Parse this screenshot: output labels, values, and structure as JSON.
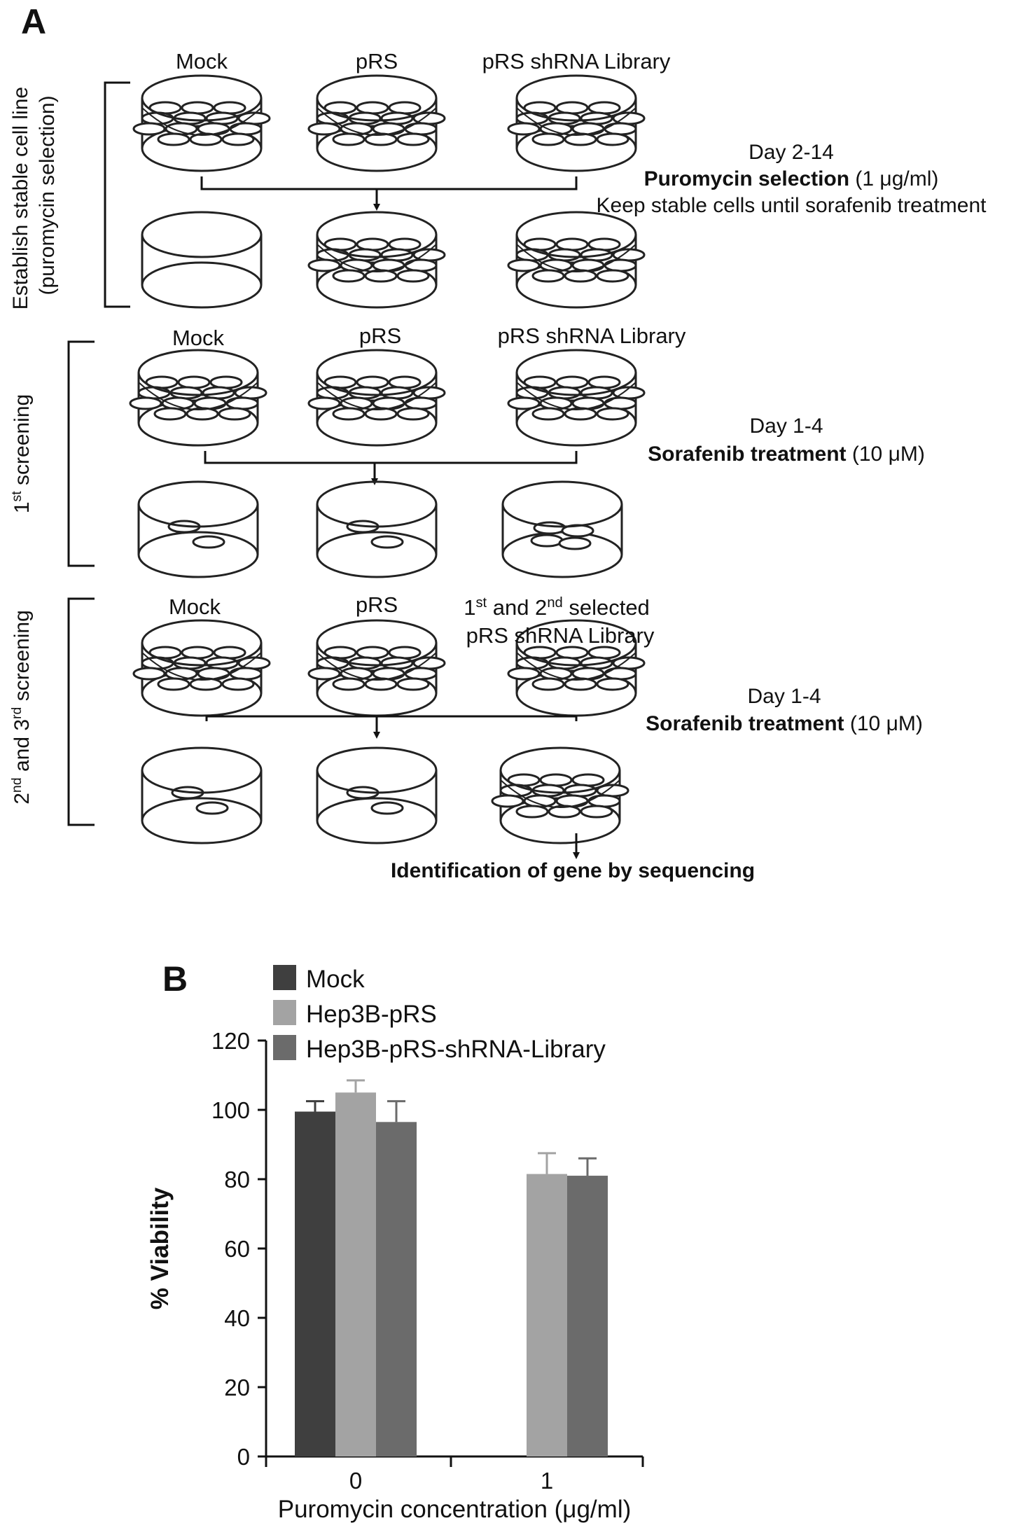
{
  "panel_a": {
    "label": "A",
    "stages": [
      {
        "side_label_lines": [
          "Establish stable cell line",
          "(puromycin selection)"
        ],
        "conditions": [
          "Mock",
          "pRS",
          "pRS shRNA Library"
        ],
        "day": "Day 2-14",
        "treatment_bold": "Puromycin selection",
        "treatment_dose": " (1 μg/ml)",
        "note": "Keep stable cells until sorafenib treatment",
        "before": [
          "full",
          "full",
          "full"
        ],
        "after": [
          "empty",
          "full",
          "full"
        ]
      },
      {
        "side_label_lines": [
          "1st screening"
        ],
        "conditions": [
          "Mock",
          "pRS",
          "pRS shRNA Library"
        ],
        "day": "Day 1-4",
        "treatment_bold": "Sorafenib treatment",
        "treatment_dose": " (10 μM)",
        "note": "",
        "before": [
          "full",
          "full",
          "full"
        ],
        "after": [
          "two",
          "two",
          "four"
        ]
      },
      {
        "side_label_lines": [
          "2nd and 3rd screening"
        ],
        "conditions": [
          "Mock",
          "pRS",
          "1st and 2nd selected",
          "pRS shRNA Library"
        ],
        "day": "Day 1-4",
        "treatment_bold": "Sorafenib treatment",
        "treatment_dose": " (10 μM)",
        "note": "",
        "before": [
          "full",
          "full",
          "full"
        ],
        "after": [
          "two",
          "two",
          "full"
        ]
      }
    ],
    "final_step": "Identification of gene by sequencing"
  },
  "panel_b": {
    "label": "B",
    "legend": [
      "Mock",
      "Hep3B-pRS",
      "Hep3B-pRS-shRNA-Library"
    ]
  },
  "colors": {
    "mock": "#3f3f3f",
    "prs": "#a3a3a3",
    "library": "#6b6b6b"
  },
  "chart_data": {
    "type": "bar",
    "categories": [
      "0",
      "1"
    ],
    "series": [
      {
        "name": "Mock",
        "values": [
          99.5,
          null
        ],
        "errors": [
          3,
          null
        ]
      },
      {
        "name": "Hep3B-pRS",
        "values": [
          105,
          81.5
        ],
        "errors": [
          3.5,
          6
        ]
      },
      {
        "name": "Hep3B-pRS-shRNA-Library",
        "values": [
          96.5,
          81
        ],
        "errors": [
          6,
          5
        ]
      }
    ],
    "xlabel": "Puromycin concentration (μg/ml)",
    "ylabel": "% Viability",
    "ylim": [
      0,
      120
    ],
    "yticks": [
      0,
      20,
      40,
      60,
      80,
      100,
      120
    ],
    "grid": false,
    "legend_position": "top-left"
  }
}
